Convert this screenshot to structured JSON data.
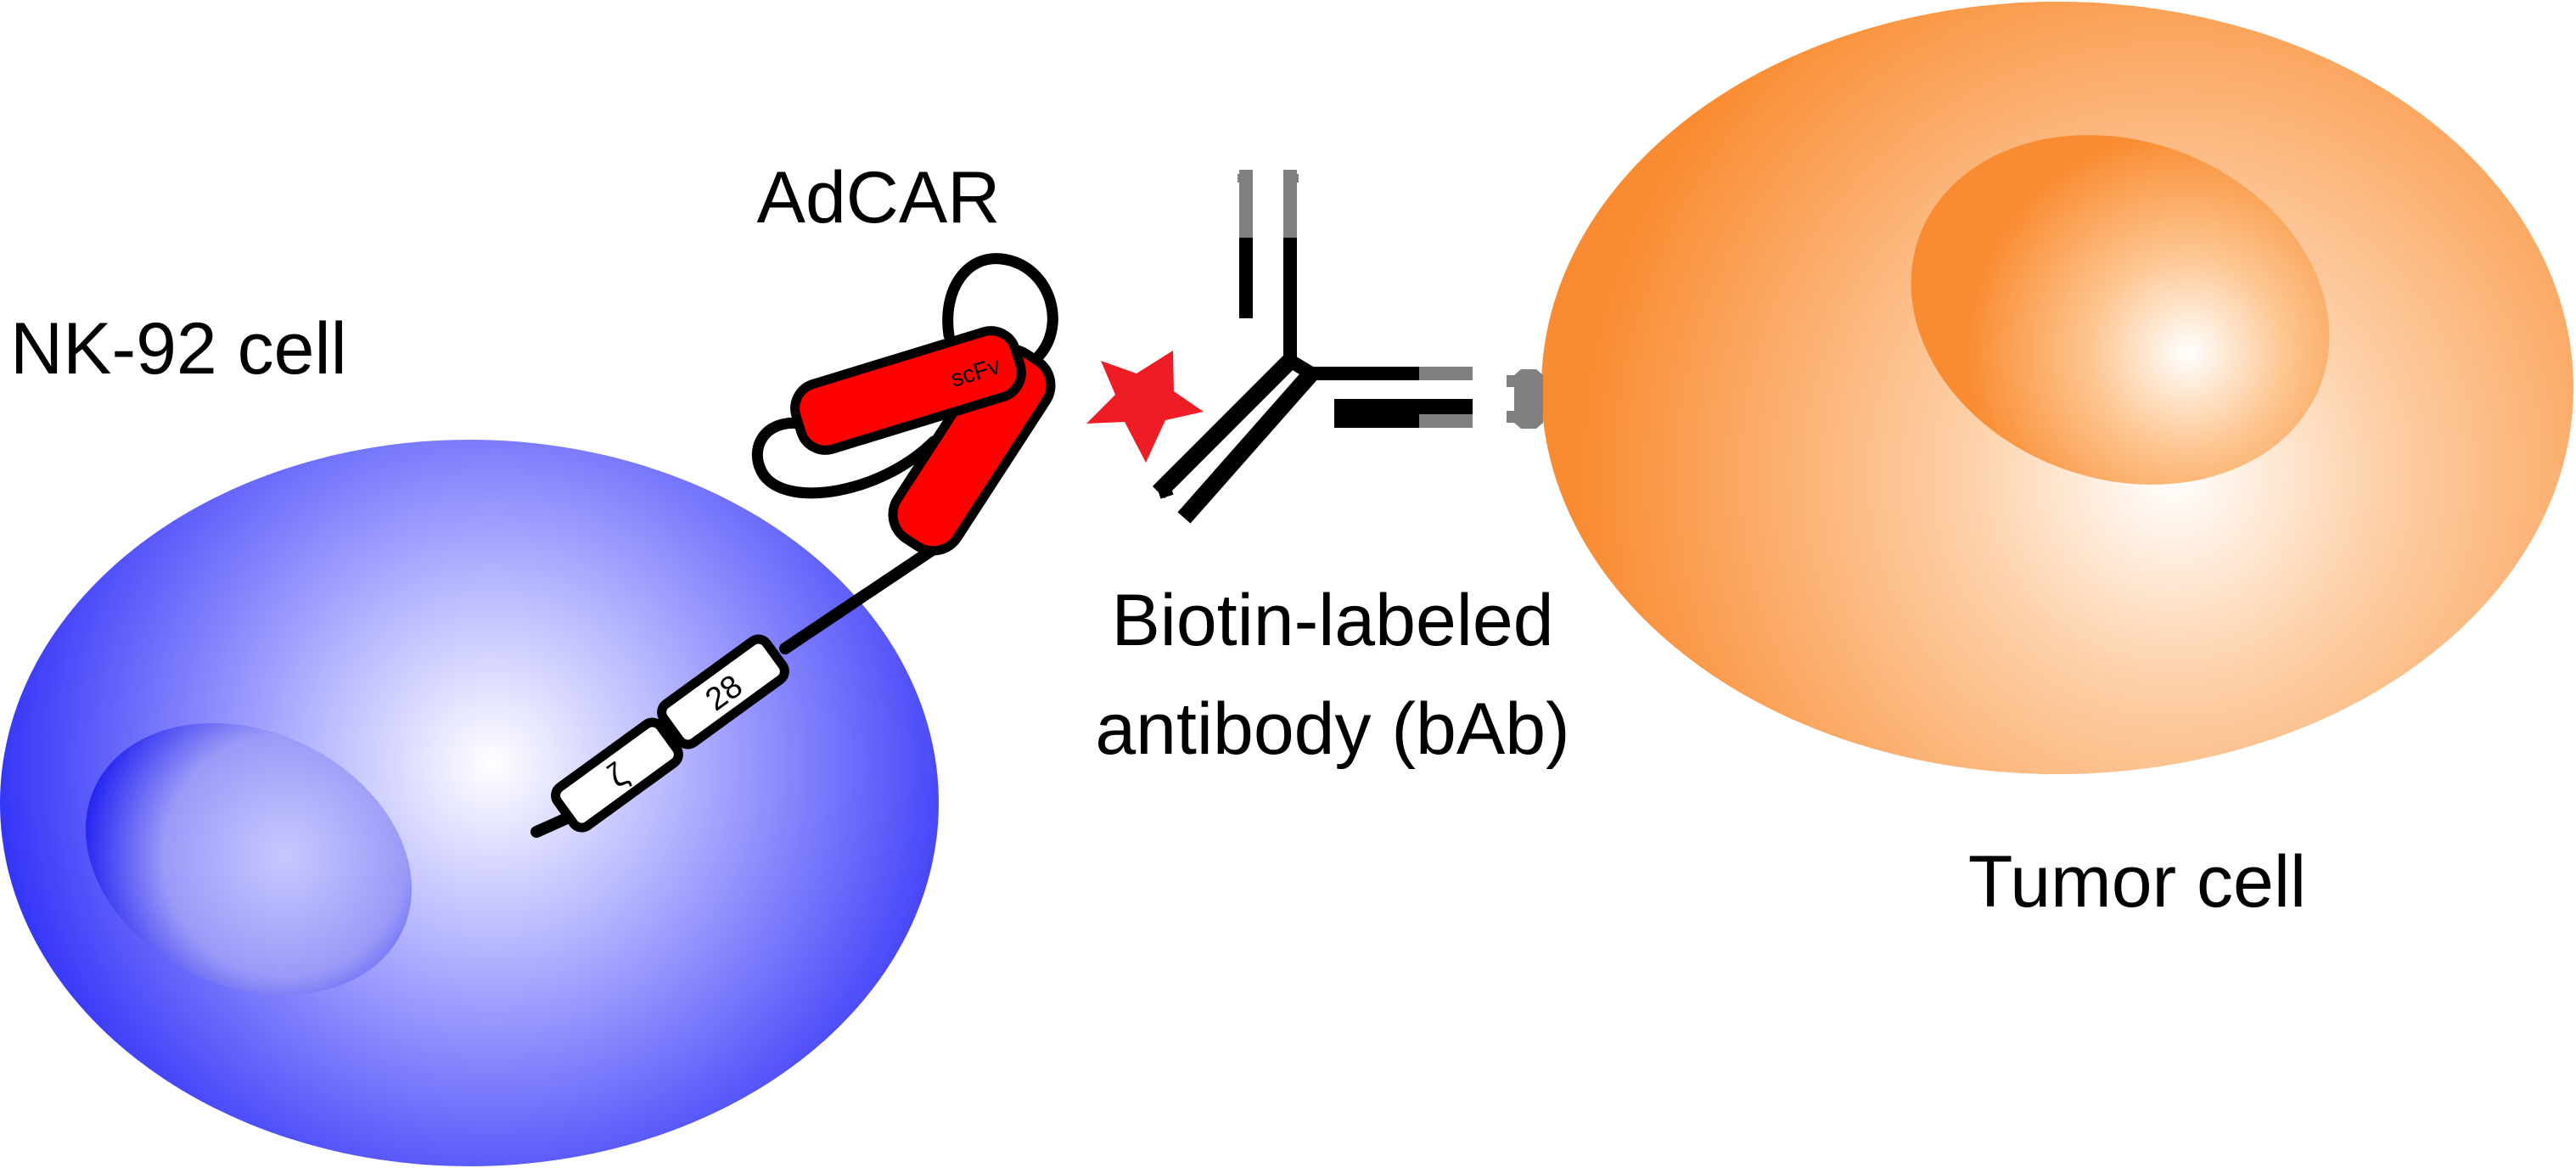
{
  "labels": {
    "nk_cell": "NK-92 cell",
    "adcar": "AdCAR",
    "scfv": "scFv",
    "domain_28": "28",
    "domain_zeta": "ζ",
    "bab_line1": "Biotin-labeled",
    "bab_line2": "antibody (bAb)",
    "tumor_cell": "Tumor cell"
  },
  "colors": {
    "nk_cell": "#2f2ff8",
    "tumor_cell": "#fa8c32",
    "scfv": "#ff0000",
    "biotin_star": "#ee1c24",
    "antibody": "#000000",
    "antibody_tip": "#808080"
  }
}
